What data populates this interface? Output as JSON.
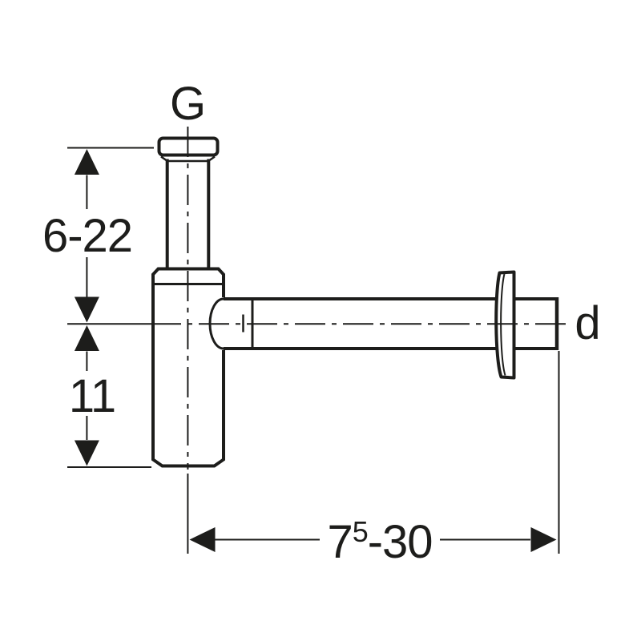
{
  "colors": {
    "line": "#1d1d1b",
    "background": "#ffffff"
  },
  "drawing": {
    "labels": {
      "thread": "G",
      "diameter": "d"
    },
    "dimensions": {
      "inlet_height": "6-22",
      "body_depth": "11",
      "outlet_length": {
        "prefix": "7",
        "superscript": "5",
        "suffix": "-30"
      }
    }
  }
}
